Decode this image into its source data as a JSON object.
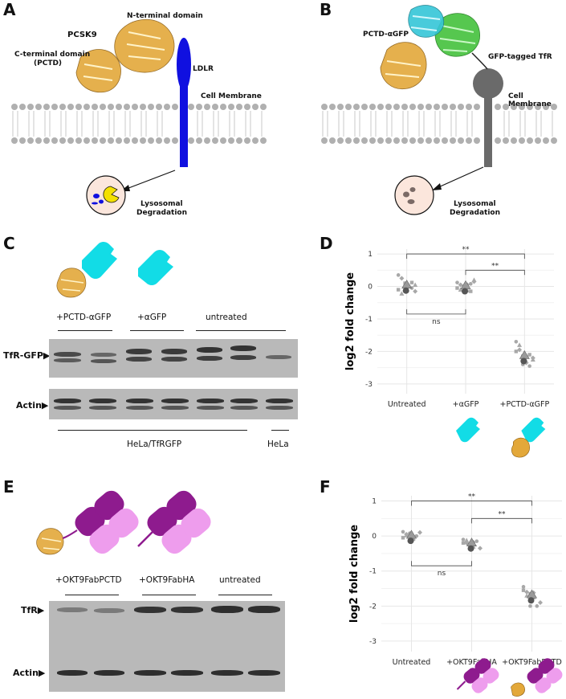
{
  "panels": {
    "A": {
      "letter": "A",
      "labels": {
        "pcsk9": "PCSK9",
        "nterm": "N-terminal domain",
        "cterm_1": "C-terminal domain",
        "cterm_2": "(PCTD)",
        "ldlr": "LDLR",
        "membrane": "Cell Membrane",
        "lyso_1": "Lysosomal",
        "lyso_2": "Degradation"
      },
      "colors": {
        "receptor": "#1010e0",
        "protein": "#e3a83a"
      }
    },
    "B": {
      "letter": "B",
      "labels": {
        "pctd": "PCTD-αGFP",
        "gfp_tfr": "GFP-tagged TfR",
        "membrane": "Cell Membrane",
        "lyso_1": "Lysosomal",
        "lyso_2": "Degradation"
      },
      "colors": {
        "receptor": "#6a6a6a",
        "gfp": "#44c23c",
        "nanobody": "#35c6d8"
      }
    },
    "C": {
      "letter": "C",
      "lanes": [
        "+PCTD-αGFP",
        "+αGFP",
        "untreated"
      ],
      "rows": [
        "TfR-GFP▶",
        "Actin▶"
      ],
      "cell_lines": [
        "HeLa/TfRGFP",
        "HeLa"
      ]
    },
    "E": {
      "letter": "E",
      "lanes": [
        "+OKT9FabPCTD",
        "+OKT9FabHA",
        "untreated"
      ],
      "rows": [
        "TfR▶",
        "Actin▶"
      ],
      "colors": {
        "heavy": "#8e1b8e",
        "light": "#ee9ded"
      }
    }
  },
  "chart_data": [
    {
      "panel": "D",
      "type": "scatter",
      "title": "",
      "xlabel": "",
      "ylabel": "log2 fold change",
      "categories": [
        "Untreated",
        "+αGFP",
        "+PCTD-αGFP"
      ],
      "ylim": [
        -3.3,
        1.15
      ],
      "yticks": [
        1,
        0,
        -1,
        -2,
        -3
      ],
      "grid": true,
      "points": {
        "Untreated": [
          0.35,
          0.25,
          0.1,
          0.05,
          -0.05,
          -0.15,
          -0.1,
          -0.22,
          0.0,
          0.02,
          0.12,
          0.05
        ],
        "+αGFP": [
          0.12,
          0.05,
          -0.02,
          -0.12,
          0.08,
          0.15,
          -0.05,
          -0.1,
          0.0,
          0.05,
          -0.15,
          0.2
        ],
        "+PCTD-αGFP": [
          -1.7,
          -1.95,
          -2.15,
          -2.3,
          -2.45,
          -2.2,
          -2.0,
          -1.8,
          -2.4,
          -2.35,
          -2.1,
          -2.25
        ]
      },
      "means": {
        "Untreated": 0.02,
        "+αGFP": 0.0,
        "+PCTD-αGFP": -2.15
      },
      "significance": [
        {
          "from": "Untreated",
          "to": "+PCTD-αGFP",
          "label": "**",
          "y": 1.0
        },
        {
          "from": "+αGFP",
          "to": "+PCTD-αGFP",
          "label": "**",
          "y": 0.5
        },
        {
          "from": "Untreated",
          "to": "+αGFP",
          "label": "ns",
          "y": -0.85
        }
      ],
      "colors": {
        "points": "#a8a8a8",
        "means": "#555555"
      }
    },
    {
      "panel": "F",
      "type": "scatter",
      "title": "",
      "xlabel": "",
      "ylabel": "log2 fold change",
      "categories": [
        "Untreated",
        "+OKT9FabHA",
        "+OKT9FabPCTD"
      ],
      "ylim": [
        -3.3,
        1.15
      ],
      "yticks": [
        1,
        0,
        -1,
        -2,
        -3
      ],
      "grid": true,
      "points": {
        "Untreated": [
          0.12,
          0.05,
          -0.02,
          -0.08,
          0.0,
          0.1,
          -0.05,
          0.02,
          0.08,
          -0.1
        ],
        "+OKT9FabHA": [
          -0.1,
          -0.2,
          -0.25,
          -0.3,
          -0.15,
          -0.35,
          -0.2,
          -0.12,
          -0.28,
          -0.18
        ],
        "+OKT9FabPCTD": [
          -1.45,
          -1.6,
          -1.65,
          -1.75,
          -2.0,
          -1.9,
          -1.55,
          -1.7,
          -2.0,
          -1.62
        ]
      },
      "means": {
        "Untreated": 0.0,
        "+OKT9FabHA": -0.22,
        "+OKT9FabPCTD": -1.7
      },
      "significance": [
        {
          "from": "Untreated",
          "to": "+OKT9FabPCTD",
          "label": "**",
          "y": 1.0
        },
        {
          "from": "+OKT9FabHA",
          "to": "+OKT9FabPCTD",
          "label": "**",
          "y": 0.5
        },
        {
          "from": "Untreated",
          "to": "+OKT9FabHA",
          "label": "ns",
          "y": -0.85
        }
      ],
      "colors": {
        "points": "#a8a8a8",
        "means": "#555555"
      }
    }
  ]
}
